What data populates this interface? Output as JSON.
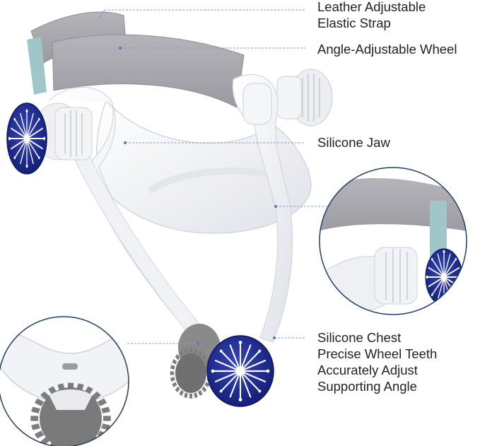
{
  "labels": {
    "strap": [
      "Leather Adjustable",
      "Elastic Strap"
    ],
    "wheel": "Angle-Adjustable Wheel",
    "jaw": "Silicone Jaw",
    "chest": [
      "Silicone Chest",
      "Precise Wheel Teeth",
      "Accurately Adjust",
      "Supporting Angle"
    ]
  },
  "colors": {
    "text": "#222222",
    "leader_line": "#7aa0c8",
    "strap_gray": "#a7a7ad",
    "brace_white": "#f3f4f6",
    "wheel_blue": "#1e2a8e",
    "gear_gray": "#7d7d7d",
    "circle_border": "#1f3f66"
  },
  "icons": {
    "wheel_cap": "snowflake-icon"
  }
}
